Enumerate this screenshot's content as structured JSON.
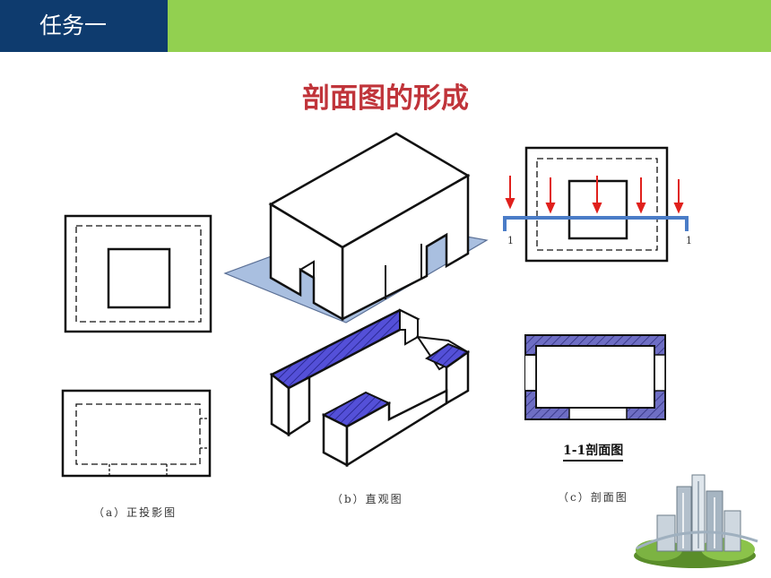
{
  "header": {
    "label": "任务一",
    "left_color": "#0e3b6e",
    "right_color": "#92d050"
  },
  "title": "剖面图的形成",
  "captions": {
    "a": "（a）正投影图",
    "b": "（b）直观图",
    "c": "（c）剖面图"
  },
  "section_label": "1-1剖面图",
  "cut_marks": {
    "left": "1",
    "right": "1"
  },
  "colors": {
    "title": "#c0343a",
    "hatch": "#6e6ec4",
    "cut_plane": "#4a7cc7",
    "arrows": "#e0201c",
    "ground_plane": "#9db4d8"
  },
  "icons": [
    "buildings-illustration"
  ]
}
